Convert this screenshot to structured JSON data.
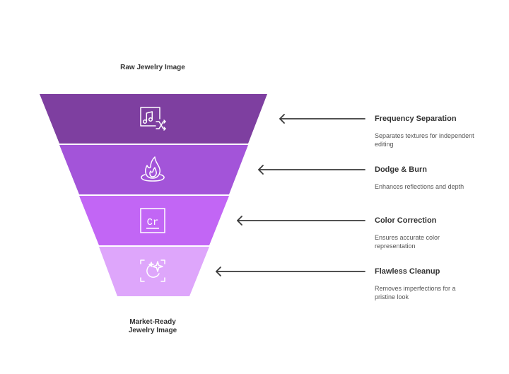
{
  "diagram": {
    "top_label": "Raw Jewelry Image",
    "bottom_label": "Market-Ready\nJewelry Image",
    "stages": [
      {
        "title": "Frequency Separation",
        "description": "Separates textures for independent editing",
        "icon": "music-shuffle-icon",
        "color": "#7E3FA0"
      },
      {
        "title": "Dodge & Burn",
        "description": "Enhances reflections and depth",
        "icon": "flame-icon",
        "color": "#A354D9"
      },
      {
        "title": "Color Correction",
        "description": "Ensures accurate color representation",
        "icon": "cr-box-icon",
        "color": "#C266F5"
      },
      {
        "title": "Flawless Cleanup",
        "description": "Removes imperfections for a pristine look",
        "icon": "sparkle-frame-icon",
        "color": "#DEA6FB"
      }
    ]
  }
}
